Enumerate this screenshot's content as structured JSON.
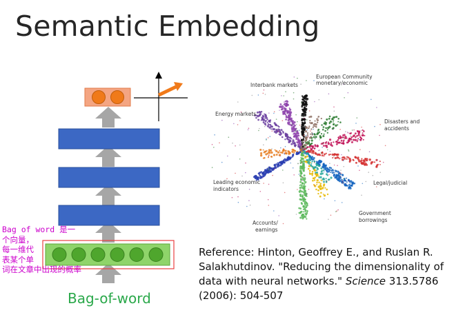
{
  "slide": {
    "title": "Semantic Embedding"
  },
  "diagram": {
    "input_label": "Bag-of-word",
    "note_lines": [
      "Bag of word 是一",
      "个向量，",
      "每一维代",
      "表某个单",
      "词在文章中出现的概率"
    ],
    "colors": {
      "layer": "#3c68c4",
      "arrow": "#a6a6a6",
      "input_box": "#8fd46a",
      "input_node": "#4fa62d",
      "output_box": "#f4a582",
      "output_node": "#f07a1a",
      "note": "#cc00cc",
      "input_label": "#2aa84a"
    }
  },
  "scatter": {
    "cluster_labels": [
      "European Community monetary/economic",
      "Interbank markets",
      "Energy markets",
      "Disasters and accidents",
      "Leading economic indicators",
      "Legal/judicial",
      "Government borrowings",
      "Accounts/ earnings"
    ]
  },
  "reference": {
    "prefix": "Reference: Hinton, Geoffrey E., and Ruslan R. Salakhutdinov. \"Reducing the dimensionality of data with neural networks.\" ",
    "journal": "Science",
    "suffix": " 313.5786 (2006): 504-507"
  }
}
